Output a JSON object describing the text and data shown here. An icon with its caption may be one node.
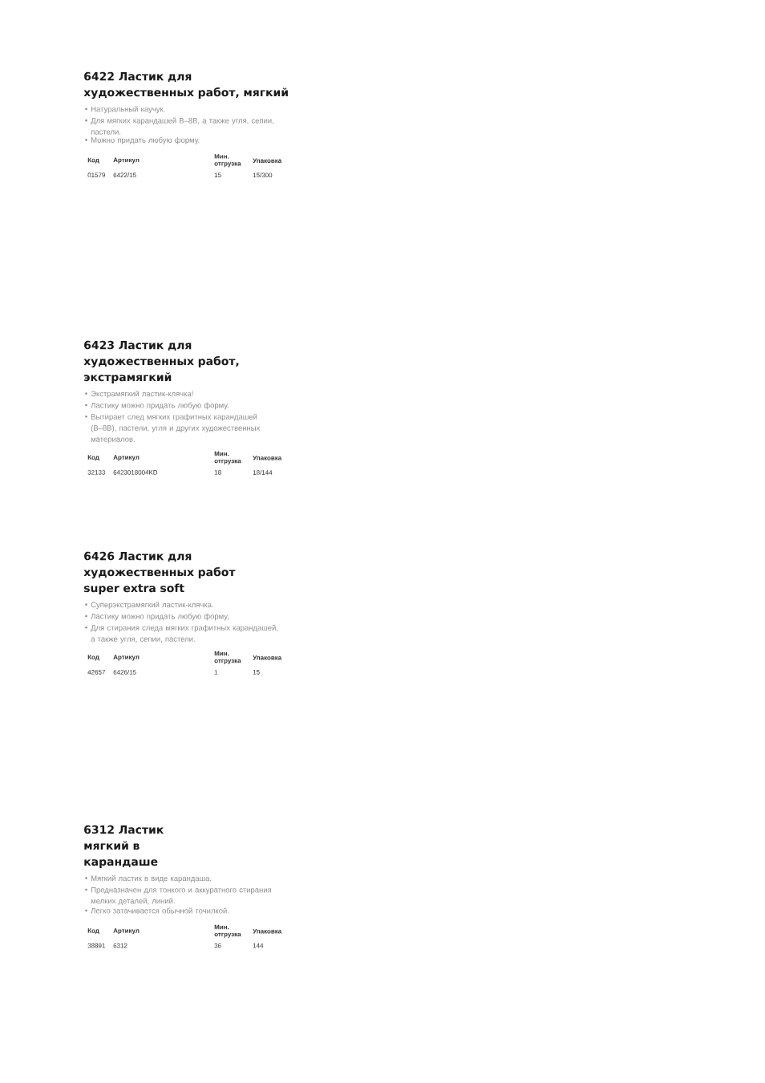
{
  "diagram": {
    "labels": [
      "6422 Ластик для художественных работ, мягкий",
      "Натуральный каучук.",
      "Для мягких карандашей В–8В, а также угля, сепии, пастели.",
      "Можно придать любую форму.",
      "Код",
      "Артикул",
      "Мин. отгрузка",
      "Упаковка",
      "01579",
      "6422/15",
      "15",
      "15/300",
      "6423 Ластик для художественных работ, экстрамягкий",
      "Экстрамягкий ластик-клячка!",
      "Ластику можно придать любую форму.",
      "Вытирает след мягких графитных карандашей (В–8В), пастели, угля и других художественных материалов.",
      "Код",
      "Артикул",
      "Мин. отгрузка",
      "Упаковка",
      "32133",
      "6423018004KD",
      "18",
      "18/144",
      "6426 Ластик для художественных работ super extra soft",
      "Суперэкстрамягкий ластик-клячка.",
      "Ластику можно придать любую форму,",
      "Для стирания следа мягких графитных карандашей, а также угля, сепии, пастели.",
      "Код",
      "Артикул",
      "Мин. отгрузка",
      "Упаковка",
      "42657",
      "6426/15",
      "1",
      "15",
      "6312 Ластик мягкий в карандаше",
      "Мягкий ластик в виде карандаша.",
      "Предназначен для тонкого и аккуратного стирания мелких деталей, линий.",
      "Легко затачивается обычной точилкой.",
      "Код",
      "Артикул",
      "Мин. отгрузка",
      "Упаковка",
      "38891",
      "6312",
      "36",
      "144"
    ]
  }
}
